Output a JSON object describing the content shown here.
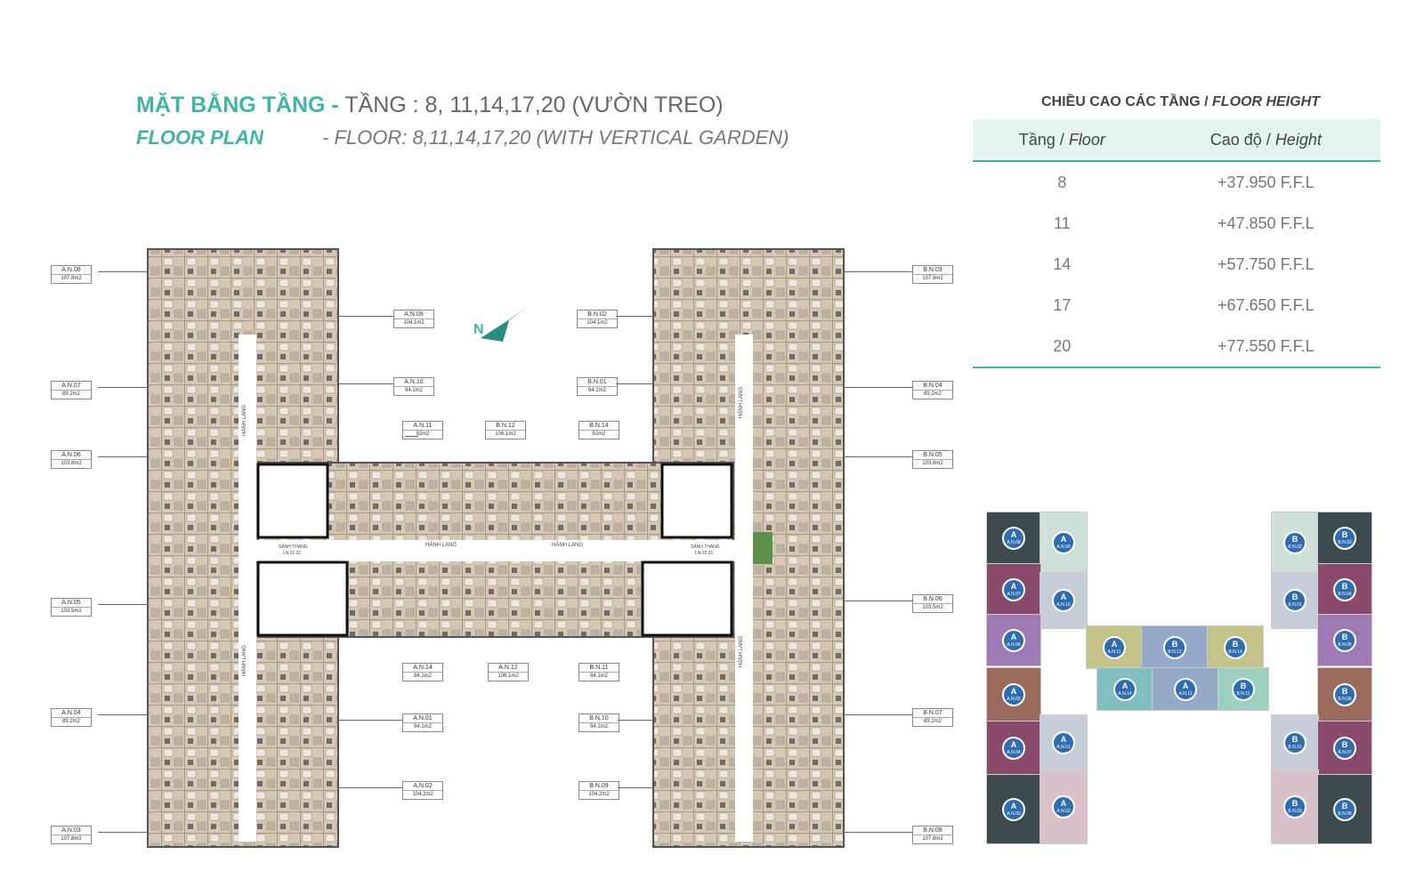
{
  "title": {
    "vi_prefix": "MẶT BẰNG TẦNG -",
    "vi_text": "TẦNG : 8, 11,14,17,20 (VƯỜN TREO)",
    "en_prefix": "FLOOR PLAN",
    "en_text": "- FLOOR: 8,11,14,17,20 (WITH VERTICAL GARDEN)"
  },
  "heights": {
    "title_vi": "CHIỀU CAO CÁC TẦNG /",
    "title_en": "FLOOR HEIGHT",
    "col_floor_vi": "Tầng /",
    "col_floor_en": "Floor",
    "col_height_vi": "Cao độ /",
    "col_height_en": "Height",
    "rows": [
      {
        "floor": "8",
        "height": "+37.950 F.F.L"
      },
      {
        "floor": "11",
        "height": "+47.850 F.F.L"
      },
      {
        "floor": "14",
        "height": "+57.750 F.F.L"
      },
      {
        "floor": "17",
        "height": "+67.650 F.F.L"
      },
      {
        "floor": "20",
        "height": "+77.550 F.F.L"
      }
    ]
  },
  "plan_labels": {
    "corridor": "HÀNH LANG",
    "lobby1": "SẢNH THANG",
    "lobby1_code": "LN.01.01",
    "lobby2": "SẢNH THANG",
    "lobby2_code": "LN.02.01",
    "north": "N"
  },
  "units": [
    {
      "name": "A.N.08",
      "area": "107.8m2"
    },
    {
      "name": "A.N.07",
      "area": "89.2m2"
    },
    {
      "name": "A.N.06",
      "area": "103.8m2"
    },
    {
      "name": "A.N.05",
      "area": "103.5m2"
    },
    {
      "name": "A.N.04",
      "area": "89.2m2"
    },
    {
      "name": "A.N.03",
      "area": "107.8m2"
    },
    {
      "name": "A.N.09",
      "area": "104.1m2"
    },
    {
      "name": "A.N.10",
      "area": "94.1m2"
    },
    {
      "name": "A.N.11",
      "area": "92m2"
    },
    {
      "name": "B.N.12",
      "area": "106.1m2"
    },
    {
      "name": "B.N.14",
      "area": "92m2"
    },
    {
      "name": "B.N.02",
      "area": "104.1m2"
    },
    {
      "name": "B.N.01",
      "area": "94.1m2"
    },
    {
      "name": "A.N.14",
      "area": "84.1m2"
    },
    {
      "name": "A.N.12",
      "area": "106.1m2"
    },
    {
      "name": "B.N.11",
      "area": "84.1m2"
    },
    {
      "name": "A.N.01",
      "area": "94.1m2"
    },
    {
      "name": "B.N.10",
      "area": "94.1m2"
    },
    {
      "name": "A.N.02",
      "area": "104.2m2"
    },
    {
      "name": "B.N.09",
      "area": "104.2m2"
    },
    {
      "name": "B.N.03",
      "area": "107.8m2"
    },
    {
      "name": "B.N.04",
      "area": "89.2m2"
    },
    {
      "name": "B.N.05",
      "area": "103.8m2"
    },
    {
      "name": "B.N.06",
      "area": "103.5m2"
    },
    {
      "name": "B.N.07",
      "area": "89.2m2"
    },
    {
      "name": "B.N.08",
      "area": "107.8m2"
    }
  ],
  "keymap": [
    {
      "letter": "A",
      "code": "A.N.08",
      "color": "#3c4a4e"
    },
    {
      "letter": "A",
      "code": "A.N.09",
      "color": "#cfe0d8"
    },
    {
      "letter": "A",
      "code": "A.N.07",
      "color": "#8a4a6c"
    },
    {
      "letter": "A",
      "code": "A.N.10",
      "color": "#c7cdd9"
    },
    {
      "letter": "A",
      "code": "A.N.06",
      "color": "#a07ab5"
    },
    {
      "letter": "A",
      "code": "A.N.11",
      "color": "#c4c48a"
    },
    {
      "letter": "B",
      "code": "B.N.12",
      "color": "#95a9c8"
    },
    {
      "letter": "B",
      "code": "B.N.14",
      "color": "#c4c48a"
    },
    {
      "letter": "A",
      "code": "A.N.05",
      "color": "#9a6a5c"
    },
    {
      "letter": "A",
      "code": "A.N.14",
      "color": "#7fbfc0"
    },
    {
      "letter": "A",
      "code": "A.N.12",
      "color": "#95a9c8"
    },
    {
      "letter": "B",
      "code": "B.N.11",
      "color": "#9dd0c0"
    },
    {
      "letter": "A",
      "code": "A.N.04",
      "color": "#8a4a6c"
    },
    {
      "letter": "A",
      "code": "A.N.01",
      "color": "#c7cdd9"
    },
    {
      "letter": "A",
      "code": "A.N.03",
      "color": "#3c4a4e"
    },
    {
      "letter": "A",
      "code": "A.N.02",
      "color": "#d9c1cc"
    },
    {
      "letter": "B",
      "code": "B.N.02",
      "color": "#cfe0d8"
    },
    {
      "letter": "B",
      "code": "B.N.03",
      "color": "#3c4a4e"
    },
    {
      "letter": "B",
      "code": "B.N.01",
      "color": "#c7cdd9"
    },
    {
      "letter": "B",
      "code": "B.N.04",
      "color": "#8a4a6c"
    },
    {
      "letter": "B",
      "code": "B.N.05",
      "color": "#a07ab5"
    },
    {
      "letter": "B",
      "code": "B.N.06",
      "color": "#9a6a5c"
    },
    {
      "letter": "B",
      "code": "B.N.10",
      "color": "#c7cdd9"
    },
    {
      "letter": "B",
      "code": "B.N.07",
      "color": "#8a4a6c"
    },
    {
      "letter": "B",
      "code": "B.N.09",
      "color": "#d9c1cc"
    },
    {
      "letter": "B",
      "code": "B.N.08",
      "color": "#3c4a4e"
    }
  ]
}
